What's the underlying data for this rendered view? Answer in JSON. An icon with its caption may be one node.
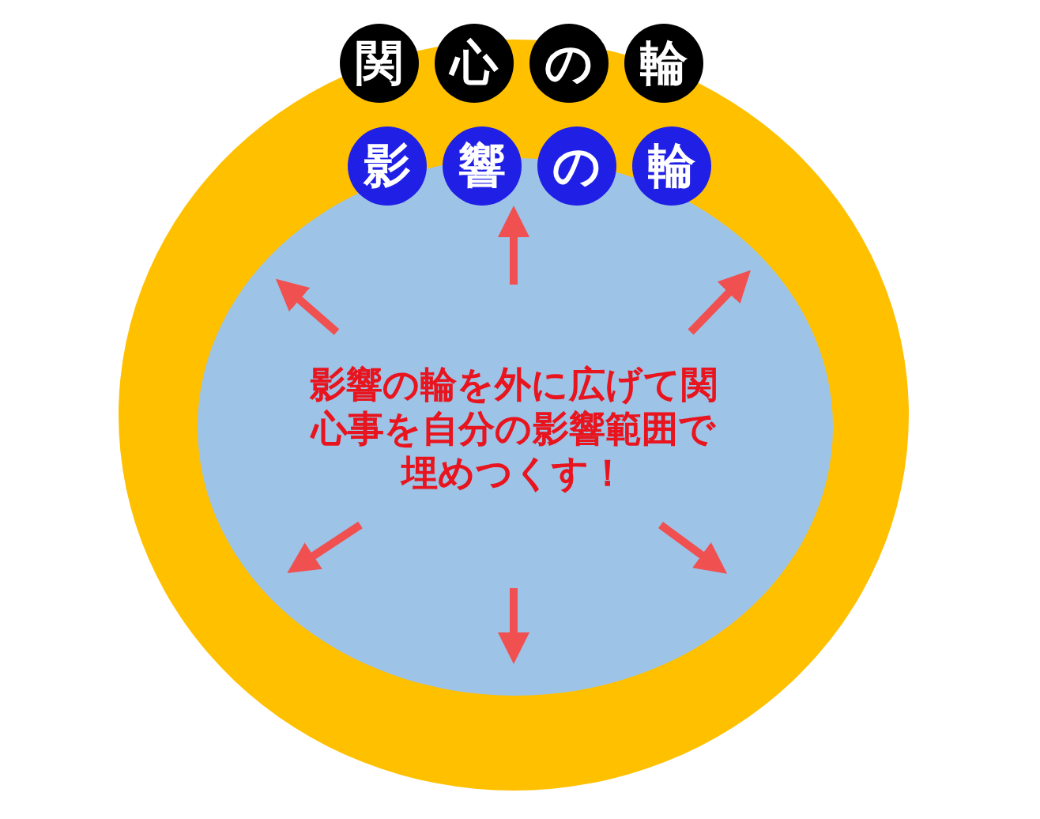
{
  "diagram": {
    "nodes": [
      {
        "text": [
          "関心の輪"
        ]
      },
      {
        "text": [
          "影響の輪",
          "影響の輪を外に広げて関心事を自分の影響範囲で埋めつくす！"
        ],
        "in": 0
      }
    ],
    "edges": []
  }
}
